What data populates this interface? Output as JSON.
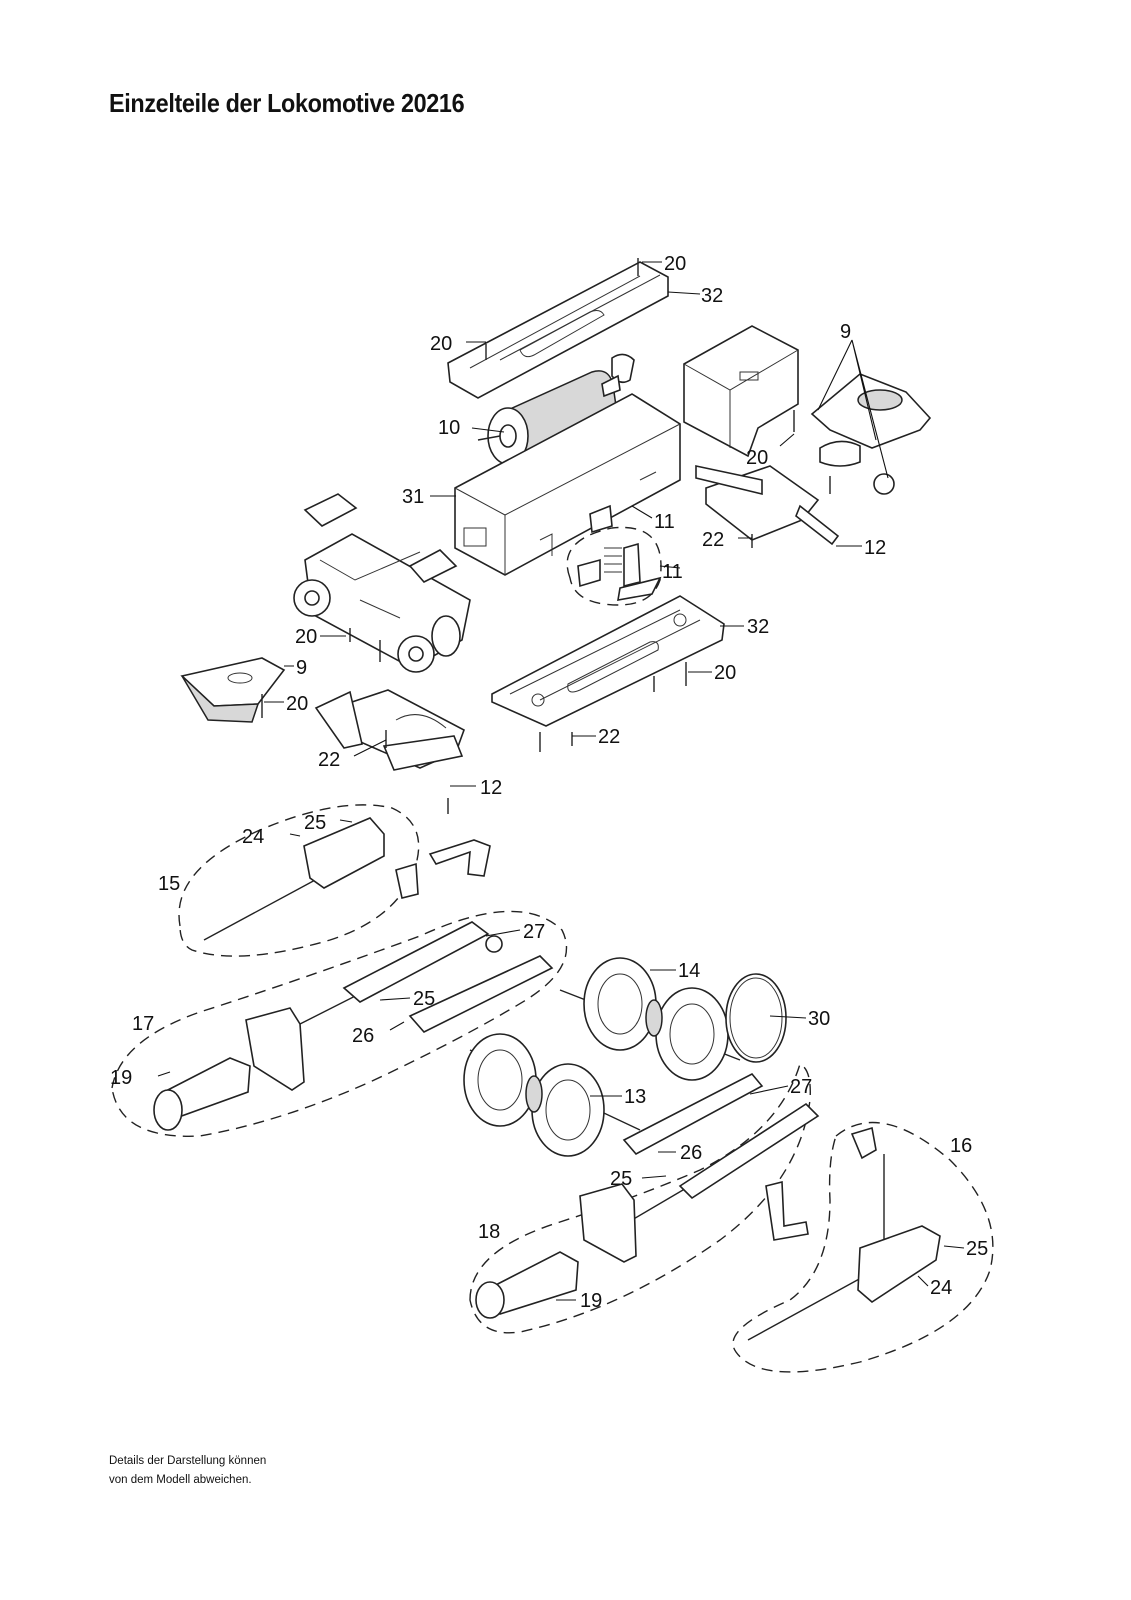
{
  "title": "Einzelteile der Lokomotive 20216",
  "callouts": [
    {
      "id": "c20a",
      "text": "20"
    },
    {
      "id": "c32a",
      "text": "32"
    },
    {
      "id": "c20b",
      "text": "20"
    },
    {
      "id": "c9a",
      "text": "9"
    },
    {
      "id": "c10",
      "text": "10"
    },
    {
      "id": "c20c",
      "text": "20"
    },
    {
      "id": "c31",
      "text": "31"
    },
    {
      "id": "c11a",
      "text": "11"
    },
    {
      "id": "c22a",
      "text": "22"
    },
    {
      "id": "c12a",
      "text": "12"
    },
    {
      "id": "c11b",
      "text": "11"
    },
    {
      "id": "c32b",
      "text": "32"
    },
    {
      "id": "c20d",
      "text": "20"
    },
    {
      "id": "c20e",
      "text": "20"
    },
    {
      "id": "c9b",
      "text": "9"
    },
    {
      "id": "c20f",
      "text": "20"
    },
    {
      "id": "c22b",
      "text": "22"
    },
    {
      "id": "c22c",
      "text": "22"
    },
    {
      "id": "c12b",
      "text": "12"
    },
    {
      "id": "c24a",
      "text": "24"
    },
    {
      "id": "c25a",
      "text": "25"
    },
    {
      "id": "c15",
      "text": "15"
    },
    {
      "id": "c27a",
      "text": "27"
    },
    {
      "id": "c14",
      "text": "14"
    },
    {
      "id": "c17",
      "text": "17"
    },
    {
      "id": "c25b",
      "text": "25"
    },
    {
      "id": "c30",
      "text": "30"
    },
    {
      "id": "c26a",
      "text": "26"
    },
    {
      "id": "c19a",
      "text": "19"
    },
    {
      "id": "c13",
      "text": "13"
    },
    {
      "id": "c27b",
      "text": "27"
    },
    {
      "id": "c16",
      "text": "16"
    },
    {
      "id": "c26b",
      "text": "26"
    },
    {
      "id": "c25c",
      "text": "25"
    },
    {
      "id": "c18",
      "text": "18"
    },
    {
      "id": "c25d",
      "text": "25"
    },
    {
      "id": "c24b",
      "text": "24"
    },
    {
      "id": "c19b",
      "text": "19"
    }
  ],
  "footer": {
    "line1": "Details der Darstellung können",
    "line2": "von dem Modell abweichen."
  }
}
